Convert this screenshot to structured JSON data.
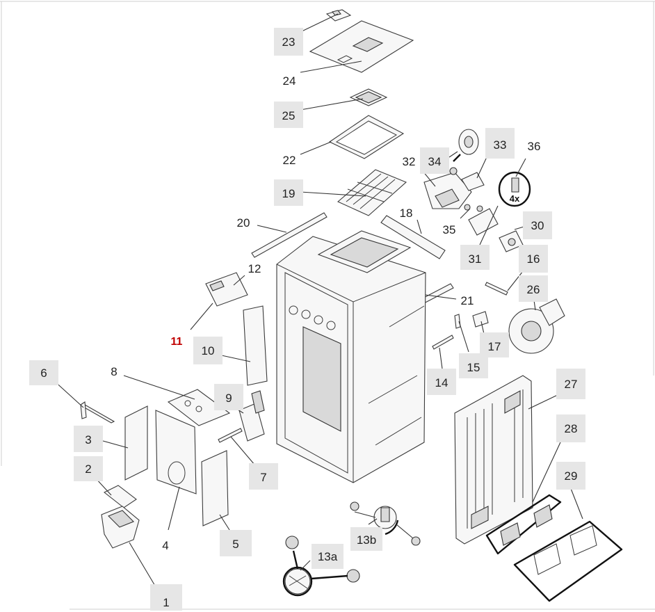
{
  "labels": {
    "p1": "1",
    "p2": "2",
    "p3": "3",
    "p4": "4",
    "p5": "5",
    "p6": "6",
    "p7": "7",
    "p8": "8",
    "p9": "9",
    "p10": "10",
    "p11": "11",
    "p12": "12",
    "p13a": "13a",
    "p13b": "13b",
    "p14": "14",
    "p15": "15",
    "p16": "16",
    "p17": "17",
    "p18": "18",
    "p19": "19",
    "p20": "20",
    "p21": "21",
    "p22": "22",
    "p23": "23",
    "p24": "24",
    "p25": "25",
    "p26": "26",
    "p27": "27",
    "p28": "28",
    "p29": "29",
    "p30": "30",
    "p31": "31",
    "p32": "32",
    "p33": "33",
    "p34": "34",
    "p35": "35",
    "p36": "36"
  },
  "note": "4x",
  "colors": {
    "highlight": "#c00000",
    "badge": "#e6e6e6"
  }
}
